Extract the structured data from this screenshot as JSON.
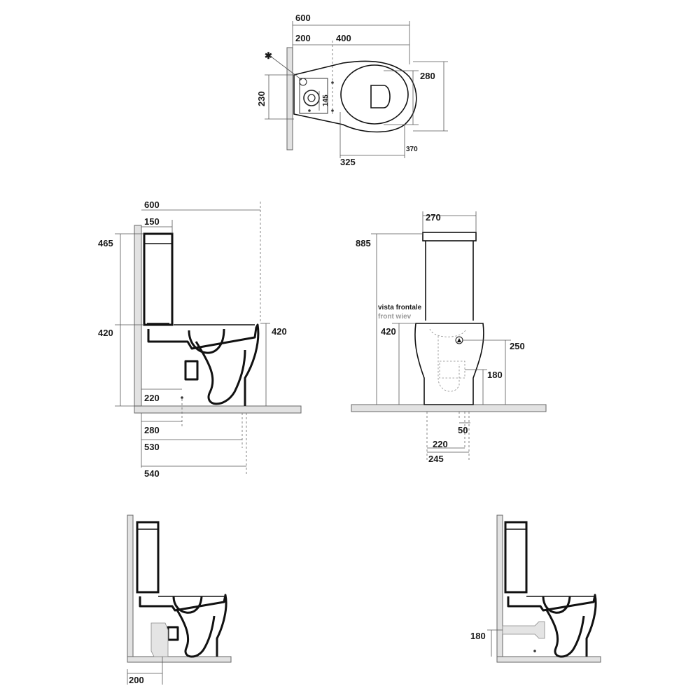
{
  "top_view": {
    "dim_total_width": "600",
    "dim_wall_to_fix": "200",
    "dim_fix_span": "400",
    "dim_bowl_width": "280",
    "dim_cistern_width": "230",
    "dim_inlet": "145",
    "dim_fix_to_front": "325",
    "dim_overall_width": "370",
    "asterisk": "✱"
  },
  "side_view": {
    "dim_depth_top": "600",
    "dim_cistern_offset": "150",
    "dim_cistern_height": "465",
    "dim_pan_height": "420",
    "dim_pan_height_right": "420",
    "dim_waste_height": "220",
    "dim_fix_distance": "280",
    "dim_outlet_distance": "530",
    "dim_overall_depth": "540"
  },
  "front_view": {
    "dim_cistern_width": "270",
    "dim_total_height": "885",
    "label_it": "vista frontale",
    "label_en": "front wiev",
    "dim_pan_height": "420",
    "dim_inlet_height": "250",
    "dim_outlet_height": "180",
    "dim_offset": "50",
    "dim_half_width": "220",
    "dim_width": "245"
  },
  "floor_outlet_view": {
    "dim_outlet_distance": "200"
  },
  "wall_outlet_view": {
    "dim_outlet_height": "180"
  }
}
